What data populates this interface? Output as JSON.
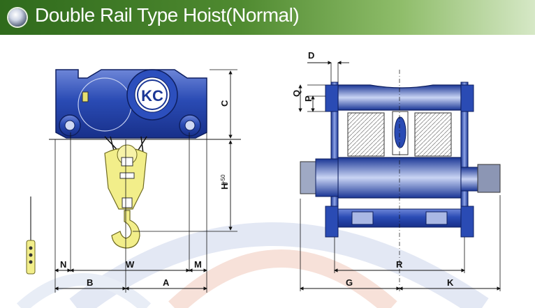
{
  "header": {
    "title": "Double Rail Type Hoist(Normal)",
    "bullet_icon": "sphere-bullet-icon"
  },
  "colors": {
    "header_green": "#3f7a25",
    "hoist_blue": "#1f3fa8",
    "hook_yellow": "#f2ee8a"
  },
  "side_view": {
    "dimension_labels": {
      "C": "C",
      "H": "H",
      "H_tolerance_upper": "+50",
      "H_tolerance_lower": "0",
      "N": "N",
      "W": "W",
      "M": "M",
      "B": "B",
      "A": "A"
    },
    "logo_text": "KC"
  },
  "top_view": {
    "dimension_labels": {
      "D": "D",
      "Q": "Q",
      "P": "P",
      "R": "R",
      "G": "G",
      "K": "K"
    }
  }
}
